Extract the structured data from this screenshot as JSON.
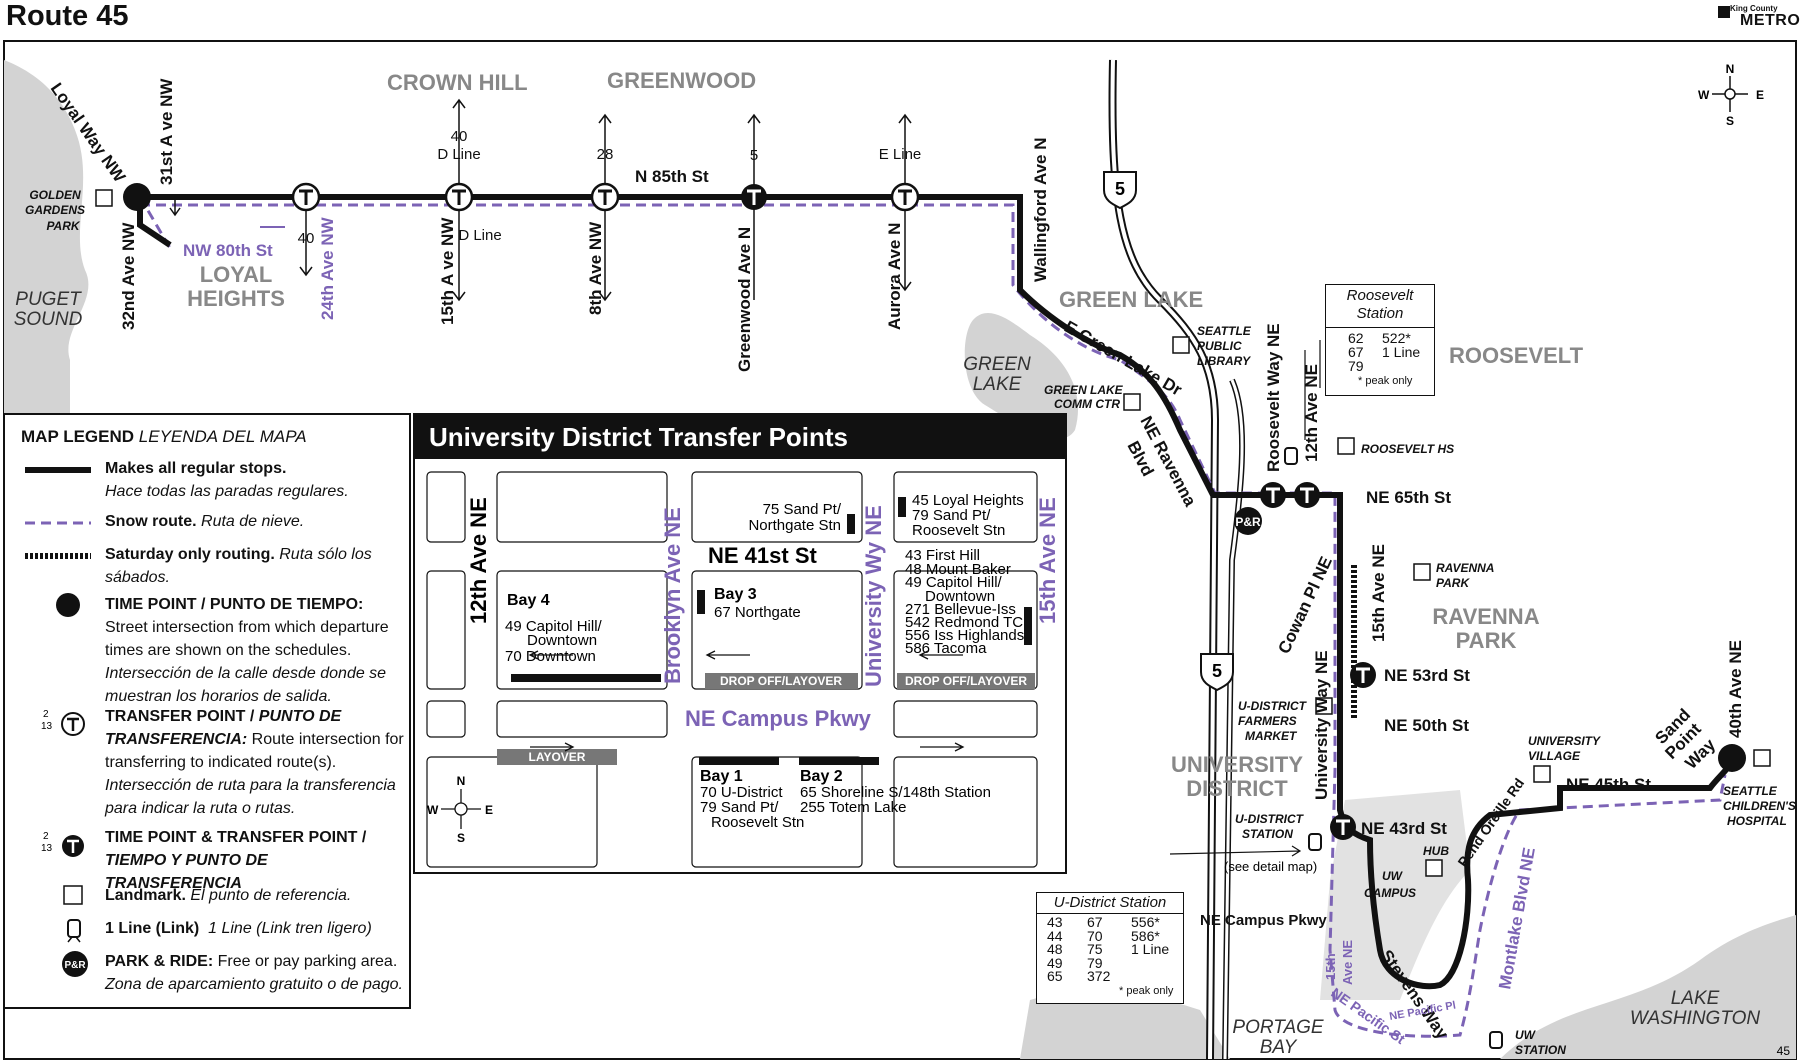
{
  "header": {
    "title": "Route 45",
    "logo_small": "King County",
    "logo_big": "METRO"
  },
  "compass": {
    "n": "N",
    "s": "S",
    "e": "E",
    "w": "W"
  },
  "areas": {
    "crown_hill": "CROWN HILL",
    "greenwood": "GREENWOOD",
    "loyal_heights_1": "LOYAL",
    "loyal_heights_2": "HEIGHTS",
    "puget_1": "PUGET",
    "puget_2": "SOUND",
    "green_lake_area": "GREEN LAKE",
    "green_lake_water_1": "GREEN",
    "green_lake_water_2": "LAKE",
    "roosevelt": "ROOSEVELT",
    "ravenna_1": "RAVENNA",
    "ravenna_2": "PARK",
    "udistrict_1": "UNIVERSITY",
    "udistrict_2": "DISTRICT",
    "portage_1": "PORTAGE",
    "portage_2": "BAY",
    "lake_wa_1": "LAKE",
    "lake_wa_2": "WASHINGTON"
  },
  "streets": {
    "loyal_way": "Loyal Way NW",
    "ave_31a": "31st A ve NW",
    "ave_32": "32nd Ave NW",
    "nw80": "NW 80th St",
    "ave_24": "24th Ave NW",
    "ave_15": "15th A ve NW",
    "ave_8": "8th Ave NW",
    "n85": "N 85th St",
    "greenwood": "Greenwood Ave N",
    "aurora": "Aurora Ave N",
    "wallingford": "Wallingford Ave N",
    "green_lake_dr": "E Green Lake Dr",
    "ravenna_blvd_1": "NE Ravenna",
    "ravenna_blvd_2": "Blvd",
    "roosevelt_way": "Roosevelt Way NE",
    "ave_12": "12th Ave NE",
    "ne65": "NE 65th St",
    "ave_15ne": "15th Ave NE",
    "cowan": "Cowan Pl NE",
    "univ_way": "University Way NE",
    "ne53": "NE 53rd St",
    "ne50": "NE 50th St",
    "ne45": "NE 45th St",
    "ne43": "NE 43rd St",
    "ave_40": "40th Ave NE",
    "sand_point_1": "Sand",
    "sand_point_2": "Point",
    "sand_point_3": "Way",
    "pend_oreille": "Pend Oreille Rd",
    "montlake": "Montlake Blvd NE",
    "stevens": "Stevens Way",
    "campus_pkwy": "NE Campus Pkwy",
    "pacific": "NE Pacific St",
    "pacific_pl": "NE Pacific Pl",
    "ave15_lower_1": "15th",
    "ave15_lower_2": "Ave NE",
    "i5": "5"
  },
  "routes": {
    "r40": "40",
    "d_line": "D Line",
    "r28": "28",
    "r5": "5",
    "e_line": "E Line",
    "r40_low": "40",
    "d_line_low": "D Line"
  },
  "landmarks": {
    "golden_1": "GOLDEN",
    "golden_2": "GARDENS",
    "golden_3": "PARK",
    "library_1": "SEATTLE",
    "library_2": "PUBLIC",
    "library_3": "LIBRARY",
    "comm_1": "GREEN LAKE",
    "comm_2": "COMM CTR",
    "roosevelt_hs": "ROOSEVELT HS",
    "ravenna_park_1": "RAVENNA",
    "ravenna_park_2": "PARK",
    "farmers_1": "U-DISTRICT",
    "farmers_2": "FARMERS",
    "farmers_3": "MARKET",
    "uvillage_1": "UNIVERSITY",
    "uvillage_2": "VILLAGE",
    "childrens_1": "SEATTLE",
    "childrens_2": "CHILDREN'S",
    "childrens_3": "HOSPITAL",
    "udstation_1": "U-DISTRICT",
    "udstation_2": "STATION",
    "detail_map": "(see detail map)",
    "hub": "HUB",
    "uw_campus_1": "UW",
    "uw_campus_2": "CAMPUS",
    "uw_station_1": "UW",
    "uw_station_2": "STATION",
    "pr": "P&R",
    "page_no": "45"
  },
  "roosevelt_station": {
    "title_1": "Roosevelt",
    "title_2": "Station",
    "col1": [
      "62",
      "67",
      "79"
    ],
    "col2": [
      "522*",
      "1 Line"
    ],
    "note": "* peak only"
  },
  "udistrict_station": {
    "title": "U-District Station",
    "col1": [
      "43",
      "44",
      "48",
      "49",
      "65"
    ],
    "col2": [
      "67",
      "70",
      "75",
      "79",
      "372"
    ],
    "col3": [
      "556*",
      "586*",
      "1 Line"
    ],
    "note": "* peak only"
  },
  "legend": {
    "header_bold": "MAP LEGEND",
    "header_it": "LEYENDA DEL MAPA",
    "regular_b": "Makes all regular stops.",
    "regular_i": "Hace todas las paradas regulares.",
    "snow_b": "Snow route.",
    "snow_i": "Ruta de nieve.",
    "sat_b": "Saturday only routing.",
    "sat_i": "Ruta sólo los sábados.",
    "tp_b": "TIME POINT / PUNTO DE TIEMPO:",
    "tp_1": "Street intersection from which departure times are shown on the schedules.",
    "tp_2": "Intersección de la calle desde donde se muestran los horarios de salida.",
    "xfer_b": "TRANSFER POINT /",
    "xfer_bi": "PUNTO DE TRANSFERENCIA:",
    "xfer_1": "Route intersection for transferring to indicated route(s).",
    "xfer_2": "Intersección de ruta para la transferencia para indicar la ruta o rutas.",
    "txp_b": "TIME POINT & TRANSFER POINT /",
    "txp_bi": "TIEMPO Y PUNTO DE TRANSFERENCIA",
    "lm_b": "Landmark.",
    "lm_i": "El punto de referencia.",
    "link_b": "1 Line (Link)",
    "link_i": "1 Line (Link tren ligero)",
    "pr_b": "PARK & RIDE:",
    "pr_1": "Free or pay parking area.",
    "pr_2": "Zona de aparcamiento gratuito o de pago.",
    "sym_2": "2",
    "sym_13": "13"
  },
  "udt": {
    "title": "University District Transfer Points",
    "ave12": "12th Ave NE",
    "brooklyn": "Brooklyn Ave NE",
    "univ": "University Wy NE",
    "ave15": "15th Ave NE",
    "ne41": "NE 41st St",
    "campus": "NE Campus Pkwy",
    "stop_75": [
      "75 Sand Pt/",
      "Northgate Stn"
    ],
    "stop_45": [
      "45 Loyal Heights",
      "79 Sand Pt/",
      "Roosevelt Stn"
    ],
    "stop_43": [
      "43 First Hill",
      "48 Mount Baker",
      "49 Capitol Hill/",
      "Downtown",
      "271 Bellevue-Iss",
      "542 Redmond TC",
      "556 Iss Highlands",
      "586 Tacoma"
    ],
    "bay4": "Bay 4",
    "bay4_lines": [
      "49 Capitol Hill/",
      "Downtown",
      "70 Downtown"
    ],
    "bay3": "Bay 3",
    "bay3_lines": [
      "67 Northgate"
    ],
    "bay1": "Bay 1",
    "bay1_lines": [
      "70 U-District",
      "79 Sand Pt/",
      "Roosevelt Stn"
    ],
    "bay2": "Bay 2",
    "bay2_lines": [
      "65 Shoreline S/148th Station",
      "255 Totem Lake"
    ],
    "dropoff": "DROP OFF/LAYOVER",
    "layover": "LAYOVER",
    "n": "N",
    "s": "S",
    "e": "E",
    "w": "W"
  }
}
